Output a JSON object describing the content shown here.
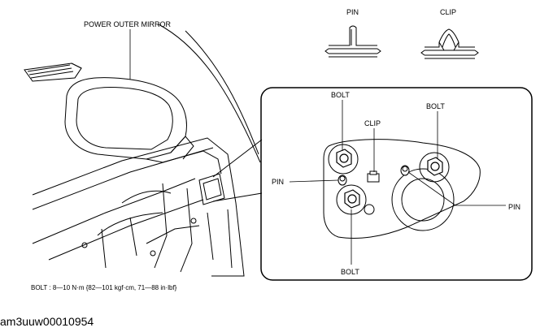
{
  "labels": {
    "mirror": "POWER OUTER MIRROR",
    "pin_detail": "PIN",
    "clip_detail": "CLIP",
    "bolt_top_left": "BOLT",
    "bolt_top_right": "BOLT",
    "clip_inset": "CLIP",
    "pin_left": "PIN",
    "pin_right": "PIN",
    "bolt_bottom": "BOLT"
  },
  "torque_note": "BOLT : 8—10 N·m {82—101 kgf·cm, 71—88 in·lbf}",
  "figure_id": "am3uuw00010954"
}
